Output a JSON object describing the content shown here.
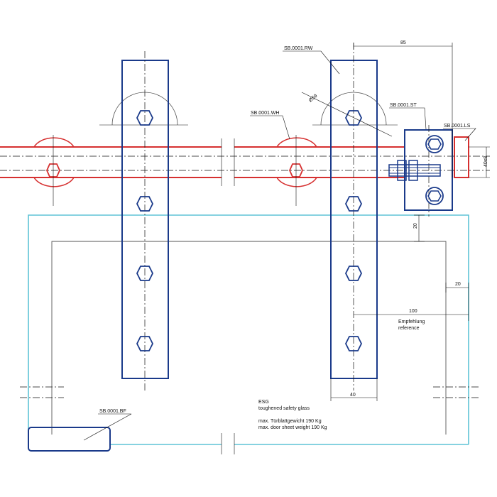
{
  "labels": {
    "rw": "SB.0001.RW",
    "wh": "SB.0001.WH",
    "st": "SB.0001.ST",
    "ls": "SB.0001.LS",
    "bf": "SB.0001.BF",
    "diameter": "Ø59"
  },
  "dimensions": {
    "d85": "85",
    "d40x8": "40x8",
    "d20_gap": "20",
    "d20_edge": "20",
    "d100": "100",
    "d40": "40"
  },
  "notes": {
    "empf_de": "Empfehlung",
    "empf_en": "reference",
    "esg": "ESG",
    "esg_en": "toughened safety glass",
    "weight_de": "max. Türblattgewicht 190 Kg",
    "weight_en": "max. door sheet weight 190 Kg"
  },
  "colors": {
    "strap": "#1a3a8a",
    "rail": "#d63030",
    "glass": "#5ec3d6"
  }
}
